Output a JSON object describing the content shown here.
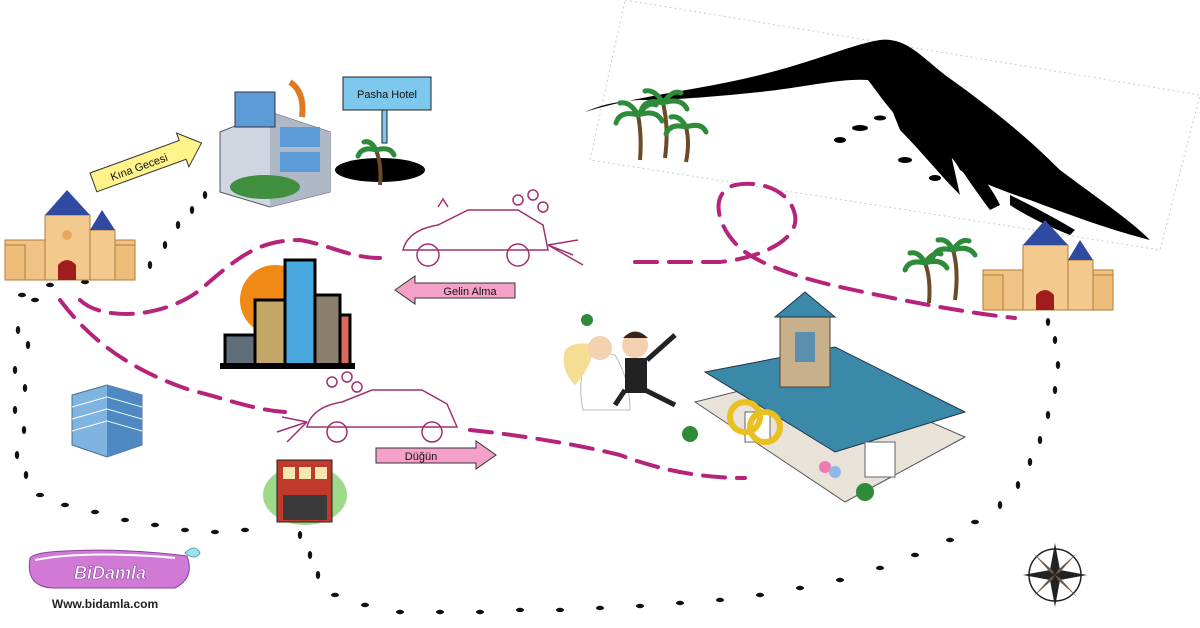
{
  "map": {
    "signs": {
      "hotel_sign": "Pasha Hotel",
      "kina_arrow": "Kına Gecesi",
      "gelin_arrow": "Gelin Alma",
      "dugun_arrow": "Düğün"
    },
    "brand": {
      "logo_text": "BiDamla",
      "url": "Www.bidamla.com"
    },
    "colors": {
      "route": "#b5247a",
      "footprints": "#111111",
      "arrow_pink": "#f4a0c8",
      "arrow_yellow": "#fff38a",
      "sign_blue": "#7ec8ee",
      "castle": "#f0c283",
      "roof": "#2f4aa0",
      "mountain": "#000000",
      "palm": "#2e8b3a"
    },
    "icons": [
      "castle-left",
      "castle-right",
      "hotel",
      "city-buildings",
      "office-building",
      "shop",
      "church",
      "bride-groom",
      "wedding-car",
      "mountain",
      "palm-trees",
      "compass-rose"
    ]
  }
}
